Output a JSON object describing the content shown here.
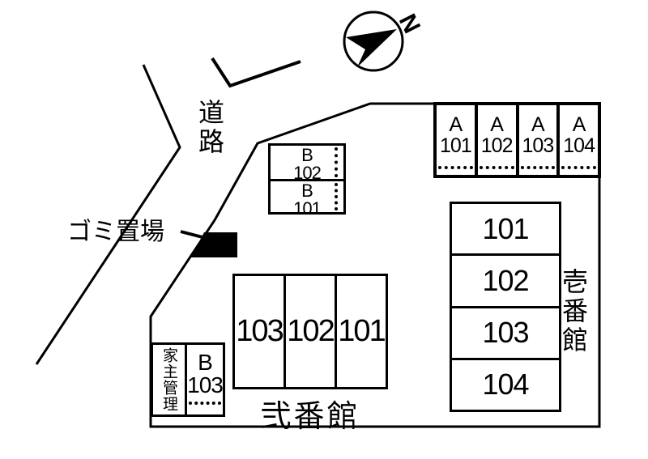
{
  "compass": {
    "north_label": "N"
  },
  "labels": {
    "road": "道路",
    "garbage": "ゴミ置場",
    "owner_managed": "家主管理"
  },
  "parking_a": [
    {
      "line1": "A",
      "line2": "101"
    },
    {
      "line1": "A",
      "line2": "102"
    },
    {
      "line1": "A",
      "line2": "103"
    },
    {
      "line1": "A",
      "line2": "104"
    }
  ],
  "parking_b_upper": [
    {
      "line1": "B",
      "line2": "102"
    },
    {
      "line1": "B",
      "line2": "101"
    }
  ],
  "parking_b103": {
    "line1": "B",
    "line2": "103"
  },
  "building1": {
    "name": "壱番館",
    "rooms": [
      "101",
      "102",
      "103",
      "104"
    ]
  },
  "building2": {
    "name": "弐番館",
    "rooms": [
      "103",
      "102",
      "101"
    ]
  },
  "colors": {
    "ink": "#000000",
    "background": "#ffffff"
  }
}
